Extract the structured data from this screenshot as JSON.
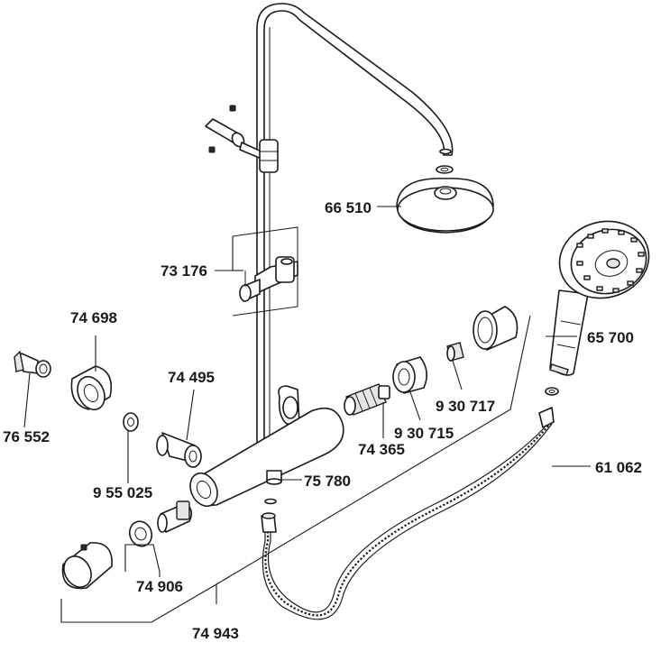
{
  "diagram": {
    "parts": [
      {
        "id": "p66510",
        "label": "66 510"
      },
      {
        "id": "p73176",
        "label": "73 176"
      },
      {
        "id": "p74698",
        "label": "74 698"
      },
      {
        "id": "p65700",
        "label": "65 700"
      },
      {
        "id": "p74495",
        "label": "74 495"
      },
      {
        "id": "p930717",
        "label": "9 30 717"
      },
      {
        "id": "p76552",
        "label": "76 552"
      },
      {
        "id": "p74365",
        "label": "74 365"
      },
      {
        "id": "p930715",
        "label": "9 30 715"
      },
      {
        "id": "p61062",
        "label": "61 062"
      },
      {
        "id": "p955025",
        "label": "9 55 025"
      },
      {
        "id": "p75780",
        "label": "75 780"
      },
      {
        "id": "p74906",
        "label": "74 906"
      },
      {
        "id": "p74943",
        "label": "74 943"
      }
    ]
  }
}
